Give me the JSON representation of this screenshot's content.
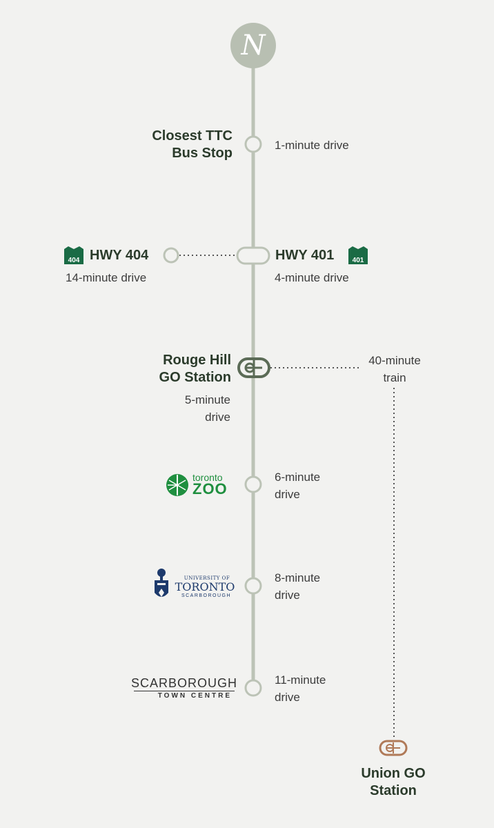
{
  "logo": {
    "letter": "N",
    "color": "#b8bfb2",
    "icon": "brand-monogram-icon"
  },
  "colors": {
    "line": "#bcc3b6",
    "go": "#5b6b56",
    "union": "#b07a58",
    "zoo": "#1f8f3f",
    "uoft": "#1d3a6c",
    "shield": "#1a6b45"
  },
  "stops": {
    "bus": {
      "title_1": "Closest TTC",
      "title_2": "Bus Stop",
      "time": "1-minute drive"
    },
    "hwy404": {
      "label": "HWY 404",
      "shield_number": "404",
      "time": "14-minute drive"
    },
    "hwy401": {
      "label": "HWY 401",
      "shield_number": "401",
      "time": "4-minute drive"
    },
    "rouge": {
      "title_1": "Rouge Hill",
      "title_2": "GO Station",
      "time_1": "5-minute",
      "time_2": "drive",
      "train_1": "40-minute",
      "train_2": "train"
    },
    "zoo": {
      "logo_small": "toronto",
      "logo_big": "ZOO",
      "time_1": "6-minute",
      "time_2": "drive"
    },
    "uoft": {
      "logo_small": "UNIVERSITY OF",
      "logo_big": "TORONTO",
      "logo_sub": "SCARBOROUGH",
      "time_1": "8-minute",
      "time_2": "drive"
    },
    "stc": {
      "logo_big": "SCARBOROUGH",
      "logo_sub": "TOWN CENTRE",
      "time_1": "11-minute",
      "time_2": "drive"
    },
    "union": {
      "title_1": "Union GO",
      "title_2": "Station"
    }
  }
}
